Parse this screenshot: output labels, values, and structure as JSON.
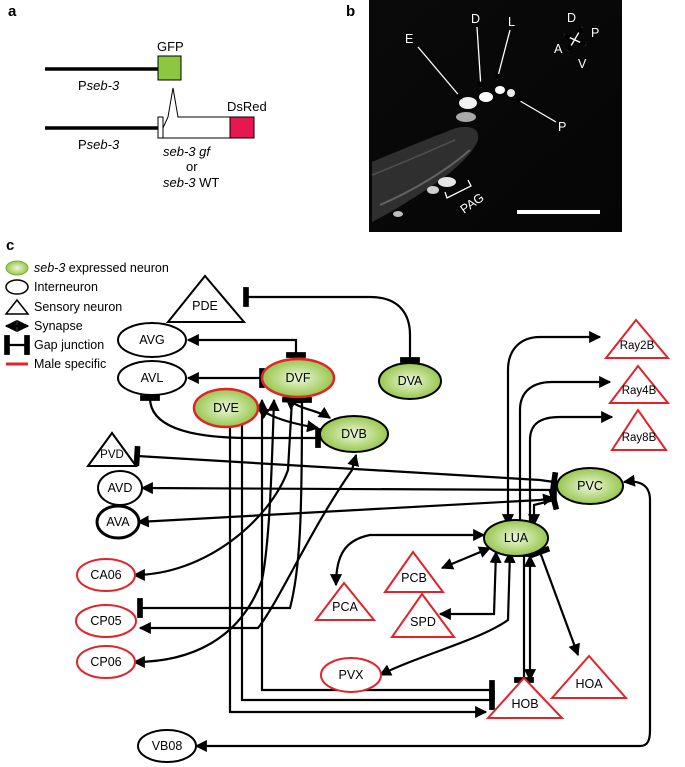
{
  "panels": {
    "a": "a",
    "b": "b",
    "c": "c"
  },
  "panel_a": {
    "gfp_label": "GFP",
    "dsred_label": "DsRed",
    "promoter_1_prefix": "P",
    "promoter_1_italic": "seb-3",
    "promoter_2_prefix": "P",
    "promoter_2_italic": "seb-3",
    "caption_line1": "seb-3 gf",
    "caption_line2": "or",
    "caption_line3_italic": "seb-3",
    "caption_line3_rest": " WT",
    "colors": {
      "gfp": "#8dc63f",
      "dsred": "#e8174f"
    }
  },
  "panel_b": {
    "labels": {
      "E": "E",
      "D": "D",
      "L": "L",
      "P": "P",
      "PAG": "PAG"
    },
    "compass": {
      "D": "D",
      "A": "A",
      "P": "P",
      "V": "V"
    }
  },
  "legend": {
    "seb3_italic": "seb-3",
    "seb3_rest": " expressed neuron",
    "interneuron": "Interneuron",
    "sensory": "Sensory neuron",
    "synapse": "Synapse",
    "gap": "Gap junction",
    "male": "Male specific"
  },
  "nodes": {
    "PDE": "PDE",
    "AVG": "AVG",
    "AVL": "AVL",
    "DVF": "DVF",
    "DVA": "DVA",
    "DVE": "DVE",
    "DVB": "DVB",
    "PVD": "PVD",
    "AVD": "AVD",
    "AVA": "AVA",
    "CA06": "CA06",
    "CP05": "CP05",
    "CP06": "CP06",
    "PVX": "PVX",
    "VB08": "VB08",
    "Ray2B": "Ray2B",
    "Ray4B": "Ray4B",
    "Ray8B": "Ray8B",
    "PVC": "PVC",
    "LUA": "LUA",
    "PCB": "PCB",
    "PCA": "PCA",
    "SPD": "SPD",
    "HOA": "HOA",
    "HOB": "HOB"
  },
  "colors": {
    "green_fill": "#9fcc4a",
    "green_light": "#e4f2c8",
    "male_red": "#e0242b"
  }
}
